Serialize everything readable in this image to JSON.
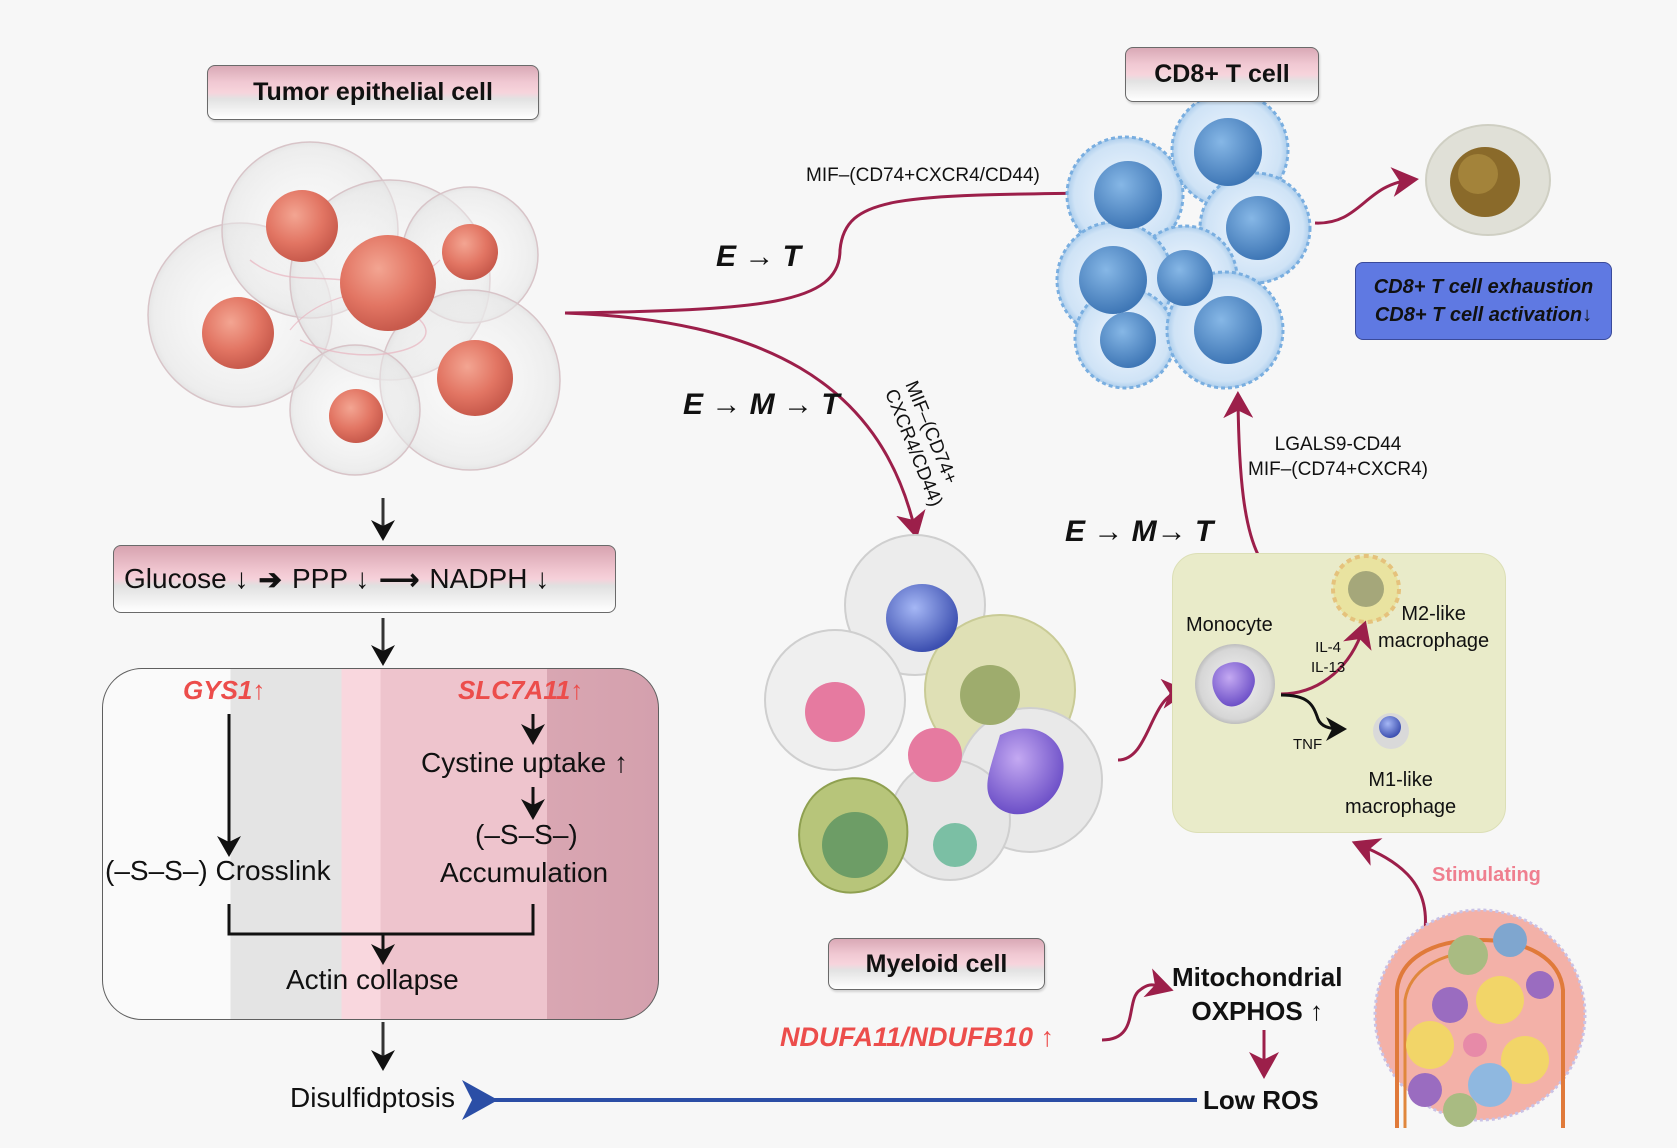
{
  "labels": {
    "tumor_epithelial_cell": "Tumor epithelial cell",
    "cd8_t_cell": "CD8+ T cell",
    "myeloid_cell": "Myeloid cell"
  },
  "metabolism": {
    "glucose": "Glucose ↓",
    "ppp": "PPP ↓",
    "nadph": "NADPH ↓"
  },
  "mechanism": {
    "gys1": "GYS1↑",
    "slc7a11": "SLC7A11↑",
    "cystine_uptake": "Cystine uptake ↑",
    "ss_bond": "(–S–S–)",
    "accumulation": "Accumulation",
    "crosslink": "(–S–S–) Crosslink",
    "actin_collapse": "Actin collapse"
  },
  "outcome": {
    "disulfidptosis": "Disulfidptosis"
  },
  "routes": {
    "e_to_t": "E → T",
    "e_to_m_to_t_upper": "E → M → T",
    "e_to_m_to_t_lower": "E → M→ T"
  },
  "interactions": {
    "mif_cd74_cxcr4_cd44": "MIF–(CD74+CXCR4/CD44)",
    "mif_rotated_line1": "MIF–(CD74+",
    "mif_rotated_line2": "CXCR4/CD44)",
    "lgals9_cd44": "LGALS9-CD44",
    "mif_cd74_cxcr4": "MIF–(CD74+CXCR4)"
  },
  "t_cell_effects": {
    "line1": "CD8+ T cell exhaustion",
    "line2": "CD8+ T cell activation↓"
  },
  "macrophage": {
    "monocyte": "Monocyte",
    "m2_line1": "M2-like",
    "m2_line2": "macrophage",
    "m1_line1": "M1-like",
    "m1_line2": "macrophage",
    "il4": "IL-4",
    "il13": "IL-13",
    "tnf": "TNF"
  },
  "oxphos": {
    "genes": "NDUFA11/NDUFB10",
    "genes_arrow": "↑",
    "mito_line1": "Mitochondrial",
    "mito_line2": "OXPHOS ↑",
    "low_ros": "Low ROS",
    "stimulating": "Stimulating"
  },
  "colors": {
    "arrow_crimson": "#9c1f4a",
    "gene_red": "#ec4d4b",
    "feedback_blue": "#2b4ea6",
    "t_cell_box": "#5f79e2",
    "macrophage_panel": "#e9ebc9"
  }
}
